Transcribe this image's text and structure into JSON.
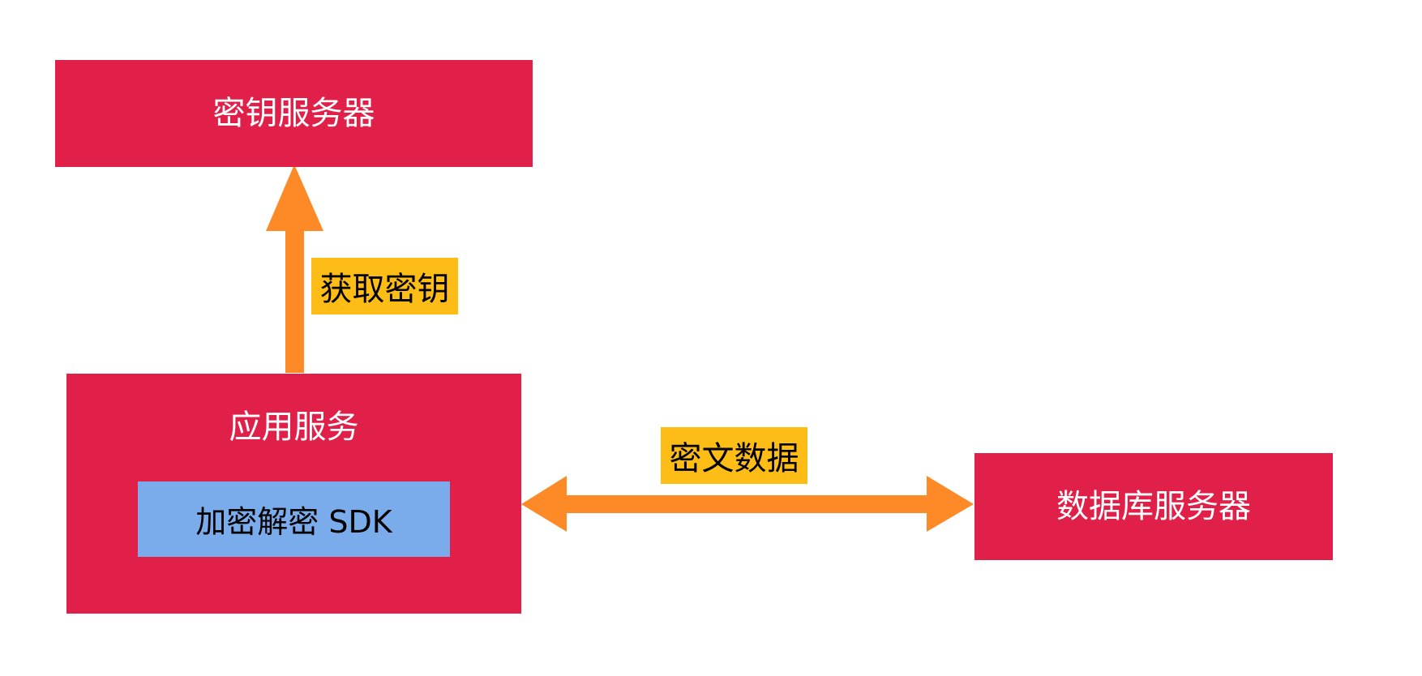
{
  "colors": {
    "server_box": "#e1204a",
    "sdk_box": "#7aacec",
    "label_bg": "#fdbd16",
    "arrow": "#fd8a27"
  },
  "nodes": {
    "key_server": {
      "label": "密钥服务器"
    },
    "app_service": {
      "label": "应用服务",
      "sdk_label": "加密解密 SDK"
    },
    "db_server": {
      "label": "数据库服务器"
    }
  },
  "edges": {
    "get_key": {
      "label": "获取密钥",
      "from": "app_service",
      "to": "key_server",
      "direction": "up"
    },
    "ciphertext": {
      "label": "密文数据",
      "from": "app_service",
      "to": "db_server",
      "direction": "bidirectional"
    }
  }
}
